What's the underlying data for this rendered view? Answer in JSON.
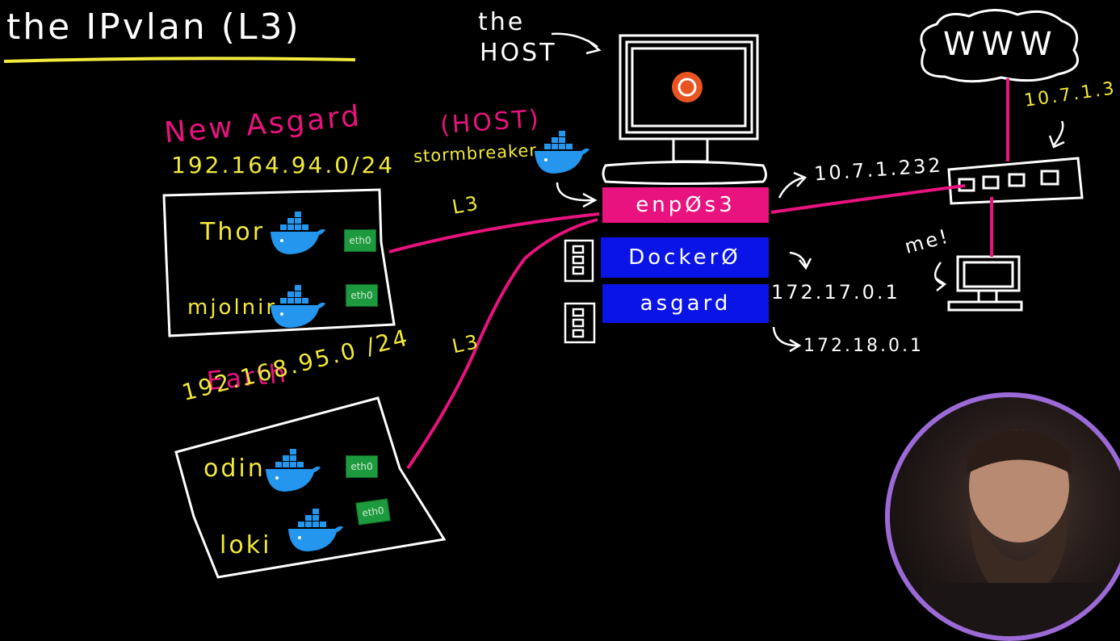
{
  "title": "the IPvlan (L3)",
  "host_label": {
    "line1": "the",
    "line2": "HOST"
  },
  "host_tag": "(HOST)",
  "host_name": "stormbreaker",
  "www": "WWW",
  "www_ip": "10.7.1.3",
  "me_label": "me!",
  "interfaces": [
    {
      "name": "enpØs3",
      "ip": "10.7.1.232",
      "color": "#e8137e"
    },
    {
      "name": "DockerØ",
      "ip": "172.17.0.1",
      "color": "#0a14e6"
    },
    {
      "name": "asgard",
      "ip": "172.18.0.1",
      "color": "#0a14e6"
    }
  ],
  "links": [
    "L3",
    "L3"
  ],
  "networks": [
    {
      "name": "New Asgard",
      "subnet": "192.164.94.0/24",
      "containers": [
        {
          "name": "Thor",
          "iface": "eth0"
        },
        {
          "name": "mjolnir",
          "iface": "eth0"
        }
      ]
    },
    {
      "name": "Earth",
      "subnet": "192.168.95.0 /24",
      "containers": [
        {
          "name": "odin",
          "iface": "eth0"
        },
        {
          "name": "loki",
          "iface": "eth0"
        }
      ]
    }
  ],
  "colors": {
    "pink": "#e8137e",
    "yellow": "#f2ea3c",
    "blue": "#0a14e6",
    "eth_green": "#1e9a3e",
    "ubuntu": "#e95420",
    "docker": "#2496ed"
  }
}
